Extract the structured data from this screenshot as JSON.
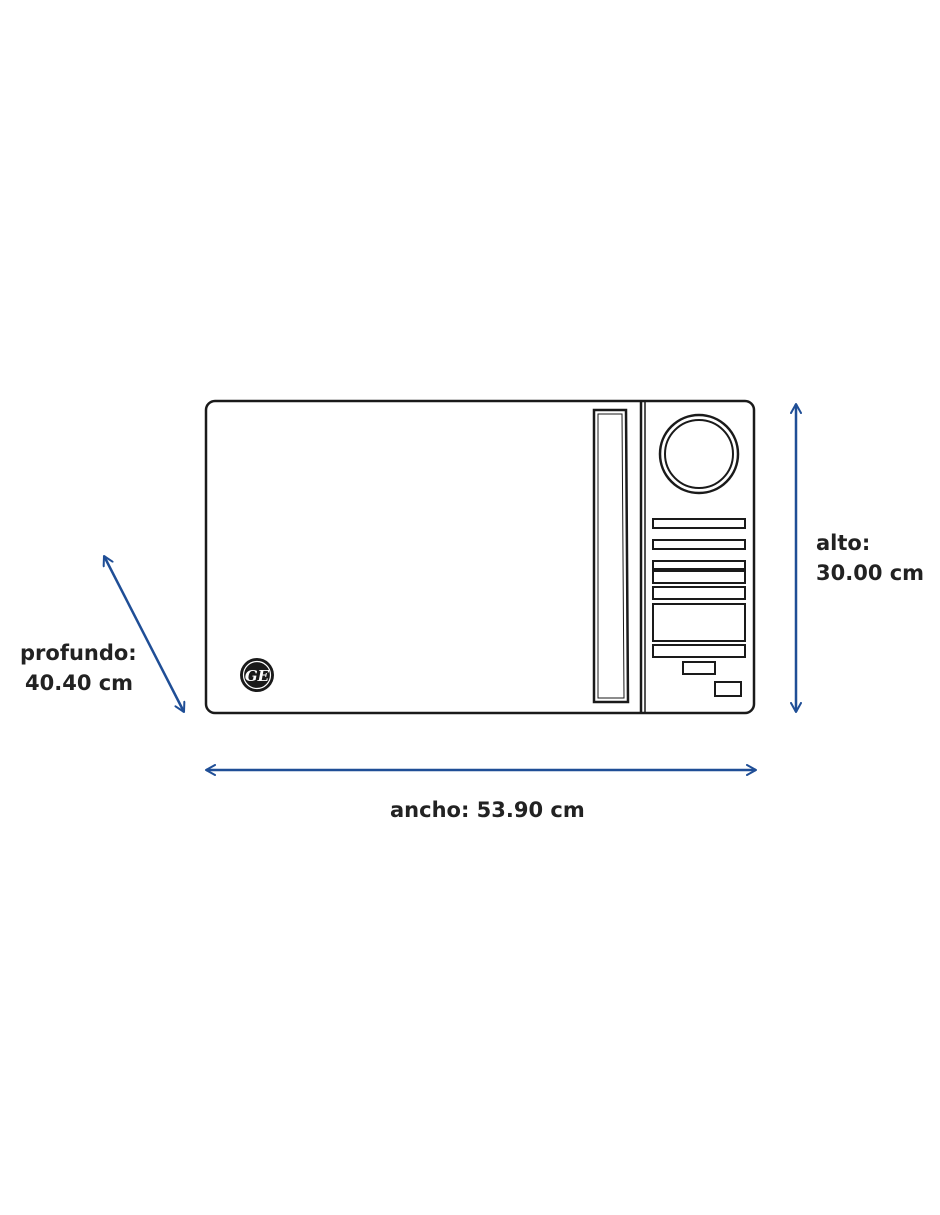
{
  "dimensions": {
    "alto": {
      "label": "alto:",
      "value": "30.00 cm"
    },
    "profundo": {
      "label": "profundo:",
      "value": "40.40 cm"
    },
    "ancho": {
      "label": "ancho:",
      "value": "53.90 cm"
    }
  },
  "logo": {
    "text": "GE",
    "icon": "ge-logo-icon"
  },
  "colors": {
    "arrow": "#1f4e96",
    "outline": "#1a1a1a",
    "text": "#222222",
    "background": "#ffffff"
  }
}
